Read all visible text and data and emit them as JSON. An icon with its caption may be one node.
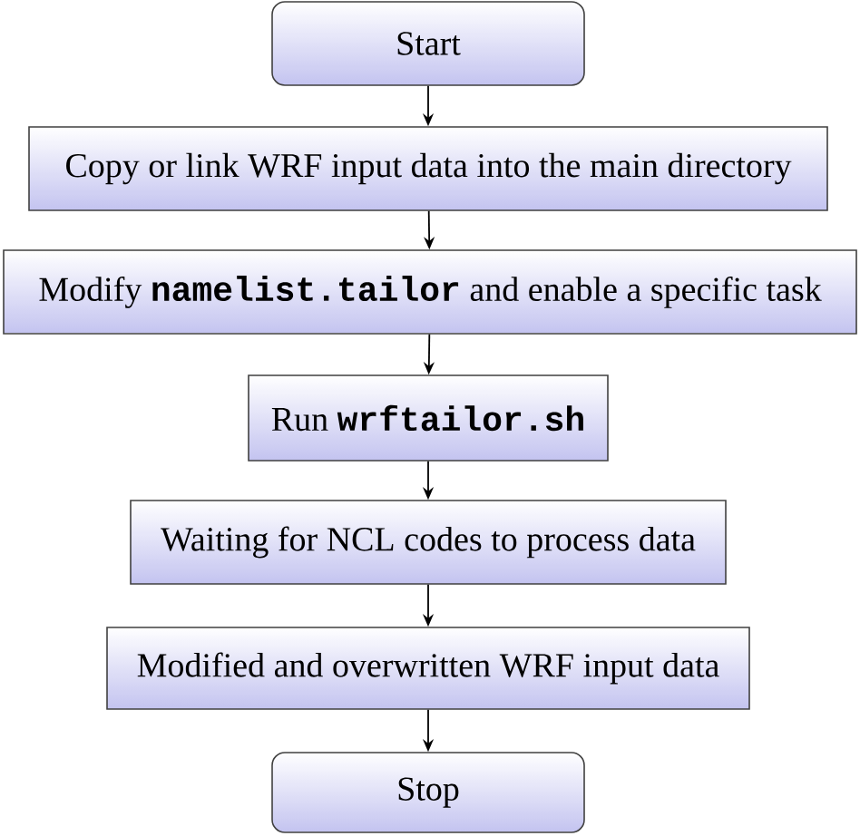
{
  "diagram": {
    "nodes": [
      {
        "text": [
          "Start"
        ]
      },
      {
        "text": [
          "Copy or link WRF input data into the main directory"
        ]
      },
      {
        "text": [
          "Modify **namelist.tailor** and enable a specific task"
        ]
      },
      {
        "text": [
          "Run **wrftailor.sh**"
        ]
      },
      {
        "text": [
          "Waiting for NCL codes to process data"
        ]
      },
      {
        "text": [
          "Modified and overwritten WRF input data"
        ]
      },
      {
        "text": [
          "Stop"
        ]
      }
    ],
    "edges": [
      {
        "from": 0,
        "to": 1,
        "arrow": "to"
      },
      {
        "from": 1,
        "to": 2,
        "arrow": "to"
      },
      {
        "from": 2,
        "to": 3,
        "arrow": "to"
      },
      {
        "from": 3,
        "to": 4,
        "arrow": "to"
      },
      {
        "from": 4,
        "to": 5,
        "arrow": "to"
      },
      {
        "from": 5,
        "to": 6,
        "arrow": "to"
      }
    ]
  }
}
